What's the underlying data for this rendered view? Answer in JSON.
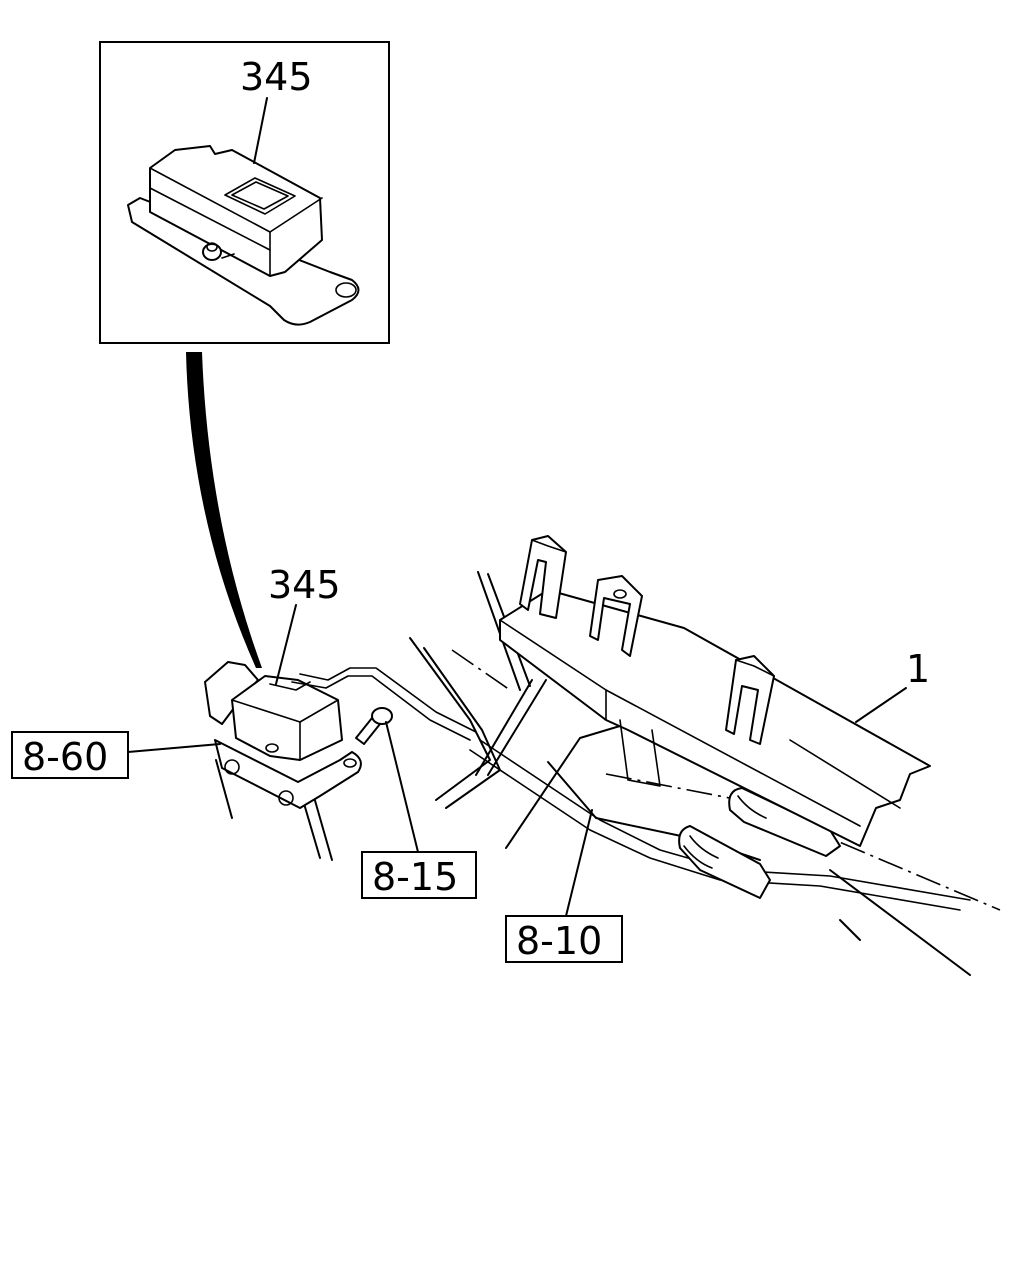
{
  "callouts": {
    "inset_part": "345",
    "part_345": "345",
    "part_1": "1",
    "ref_8_60": "8-60",
    "ref_8_15": "8-15",
    "ref_8_10": "8-10"
  }
}
